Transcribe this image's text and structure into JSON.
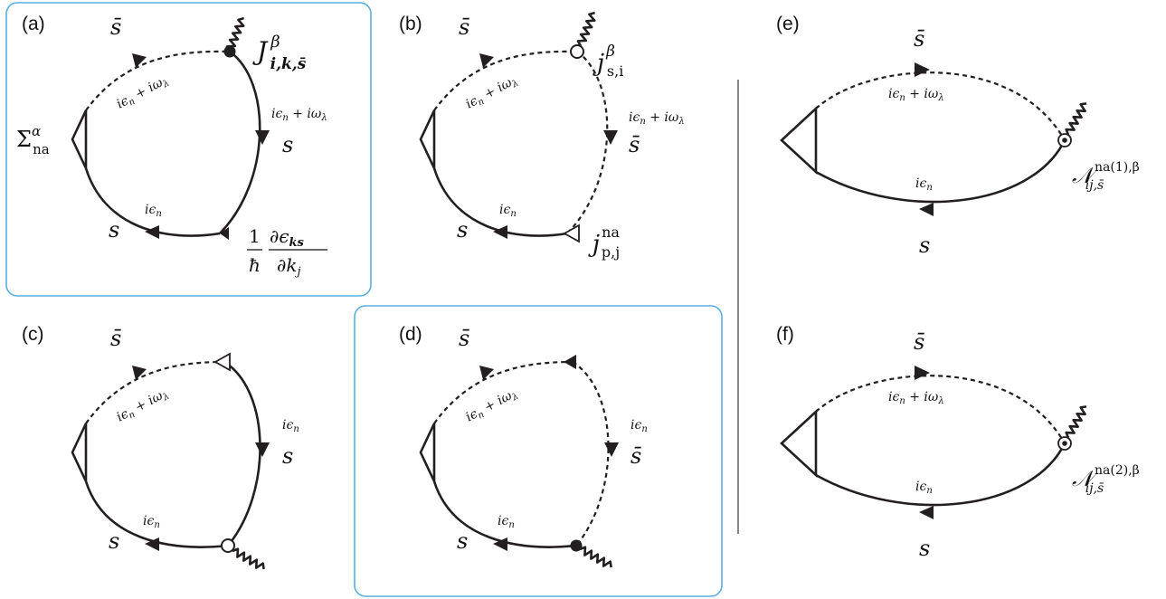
{
  "panels": {
    "a": {
      "label": "(a)",
      "top": "s̄",
      "bottom": "s",
      "right": "s",
      "freq_top": "iϵn + iωλ",
      "freq_right": "iϵn + iωλ",
      "freq_bottom": "iϵn",
      "vertex_top": "J^β_{i,k,s̄}",
      "vertex_left": "Σ^α_na",
      "vertex_bottom": "(1/ħ) ∂ϵ_ks/∂k_j"
    },
    "b": {
      "label": "(b)",
      "top": "s̄",
      "bottom": "s",
      "right": "s̄",
      "freq_top": "iϵn + iωλ",
      "freq_right": "iϵn + iωλ",
      "freq_bottom": "iϵn",
      "vertex_top": "j^β_{s,i}",
      "vertex_bottom": "j^na_{p,j}"
    },
    "c": {
      "label": "(c)",
      "top": "s̄",
      "bottom": "s",
      "right": "s",
      "freq_top": "iϵn + iωλ",
      "freq_right": "iϵn",
      "freq_bottom": "iϵn"
    },
    "d": {
      "label": "(d)",
      "top": "s̄",
      "bottom": "s",
      "right": "s̄",
      "freq_top": "iϵn + iωλ",
      "freq_right": "iϵn",
      "freq_bottom": "iϵn"
    },
    "e": {
      "label": "(e)",
      "top": "s̄",
      "bottom": "s",
      "freq_top": "iϵn + iωλ",
      "freq_bottom": "iϵn",
      "vertex": "N^{na(1),β}_{ij,s̄}"
    },
    "f": {
      "label": "(f)",
      "top": "s̄",
      "bottom": "s",
      "freq_top": "iϵn + iωλ",
      "freq_bottom": "iϵn",
      "vertex": "N^{na(2),β}_{ij,s̄}"
    }
  },
  "text": {
    "sbar": "s̄",
    "s": "s",
    "i": "i",
    "eps": "ϵ",
    "n": "n",
    "plus_iomega": " + iω",
    "lam": "λ",
    "J": "J",
    "j": "j",
    "beta": "β",
    "alpha": "α",
    "Sigma": "Σ",
    "na": "na",
    "sub_iks": "i,k,s̄",
    "sub_si": "s,i",
    "sub_pj": "p,j",
    "one": "1",
    "hbar": "ħ",
    "partial_eps": "∂ϵ",
    "ks": "ks",
    "partial_k": "∂k",
    "N": "𝒩",
    "na1beta": "na(1),β",
    "na2beta": "na(2),β",
    "sub_ij": "ij,s̄"
  },
  "colors": {
    "frame": "#5aaee0",
    "line": "#231f20"
  }
}
